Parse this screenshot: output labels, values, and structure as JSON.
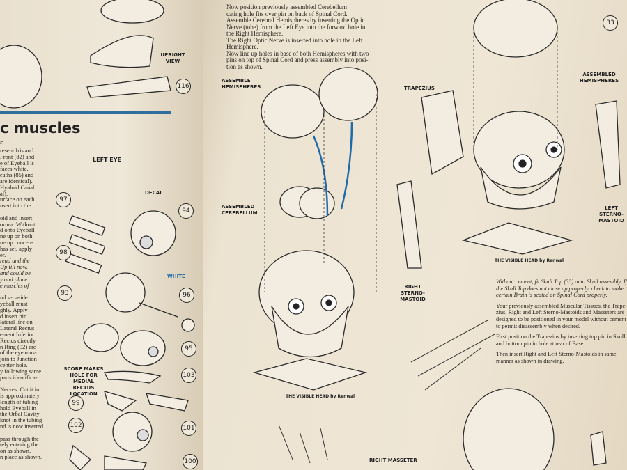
{
  "left_page": {
    "heading": "c muscles",
    "subheading": "r",
    "left_eye_title": "LEFT EYE",
    "body_lines": [
      "resent Iris and",
      "Front (82) and",
      "e of Eyeball is",
      "faces white.",
      "eaths (85) and",
      "are identical).",
      "Hyaloid Canal",
      "al).",
      "urface on each",
      "nsert into the",
      "",
      "oid and insert",
      "ornea. Without",
      "d onto Eyeball",
      "ne up on both",
      "ne up concen-",
      "has set, apply",
      "er.",
      "read and the",
      "Up till now,",
      "and could be",
      "y and place",
      "e muscles of",
      "",
      "nd set aside.",
      "yeball must",
      "ghly. Apply",
      "d insert pin",
      "lateral line on",
      "Lateral Rectus",
      "ement Inferior",
      "Rectus directly",
      "n Ring (92) are",
      "of the eye mus-",
      "join to Junction",
      "center hole.",
      "y following same",
      "parts identifica-",
      "",
      "Nerves. Cut it in",
      "is approximately",
      "length of tubing",
      "hold Eyeball in",
      "the Orbal Cavity",
      "knot in the tubing",
      "nd is now inserted",
      "",
      "pass through the",
      "tely entering the",
      "on as shown.",
      "n place as shown."
    ],
    "labels": {
      "upright_view": "UPRIGHT VIEW",
      "decal": "DECAL",
      "white": "WHITE",
      "score_marks": "SCORE MARKS HOLE FOR MEDIAL RECTUS LOCATION"
    },
    "part_numbers": [
      "116",
      "97",
      "98",
      "94",
      "93",
      "96",
      "95",
      "103",
      "99",
      "101",
      "102",
      "100"
    ]
  },
  "right_page": {
    "top_text": [
      "Now position previously assembled Cerebellum",
      "cating hole fits over pin on back of Spinal Cord.",
      "Assemble Cerebral Hemispheres by inserting the Optic",
      "Nerve (tube) from the Left Eye into the forward hole in",
      "the Right Hemisphere.",
      "The Right Optic Nerve is inserted into hole in the Left",
      "Hemisphere.",
      "Now line up holes in base of both Hemispheres with two",
      "pins on top of Spinal Cord and press assembly into posi-",
      "tion as shown."
    ],
    "bottom_text": [
      "Without cement, fit Skull Top (33) onto Skull assembly. If",
      "the Skull Top does not close up properly, check to make",
      "certain Brain is seated on Spinal Cord properly.",
      "Your previously assembled Muscular Tissues, the Trape-",
      "zius, Right and Left Sterno-Mastoids and Masseters are",
      "designed to be positioned in your model without cement",
      "to permit disassembly when desired.",
      "First position the Trapezius by inserting top pin in Skull",
      "and bottom pin in hole at rear of Base.",
      "Then insert Right and Left Sterno-Mastoids in same",
      "manner as shown in drawing."
    ],
    "labels": {
      "assemble_hemispheres": "ASSEMBLE HEMISPHERES",
      "assembled_cerebellum": "ASSEMBLED CEREBELLUM",
      "trapezius": "TRAPEZIUS",
      "assembled_hemispheres": "ASSEMBLED HEMISPHERES",
      "left_sterno_mastoid": "LEFT STERNO-MASTOID",
      "right_sterno_mastoid": "RIGHT STERNO-MASTOID",
      "right_masseter": "RIGHT MASSETER"
    },
    "base_plate_text": "THE VISIBLE HEAD by Renwal",
    "part_numbers": [
      "33"
    ]
  },
  "colors": {
    "paper": "#efe7d8",
    "ink": "#222222",
    "accent_blue": "#1f6aa8"
  }
}
